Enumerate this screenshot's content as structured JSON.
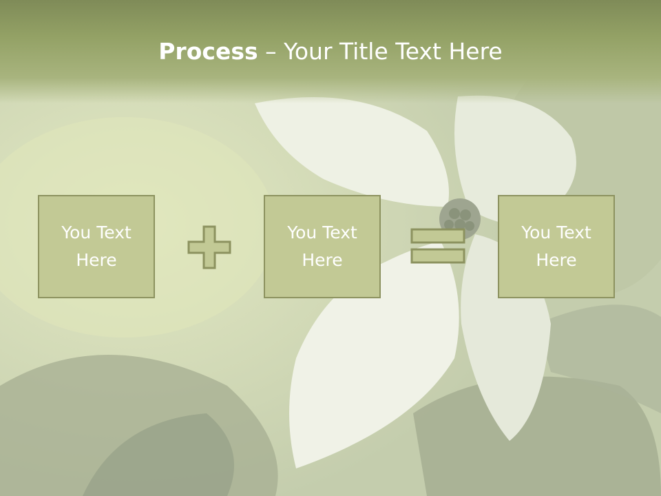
{
  "slide": {
    "title_bold": "Process",
    "title_rest": " – Your Title Text Here",
    "boxes": [
      {
        "label": "You Text\nHere"
      },
      {
        "label": "You Text\nHere"
      },
      {
        "label": "You Text\nHere"
      }
    ],
    "operators": [
      "plus-icon",
      "equals-icon"
    ]
  },
  "colors": {
    "header": "#93a165",
    "box_fill": "#c2c995",
    "box_border": "#8c925f",
    "text": "#ffffff"
  }
}
